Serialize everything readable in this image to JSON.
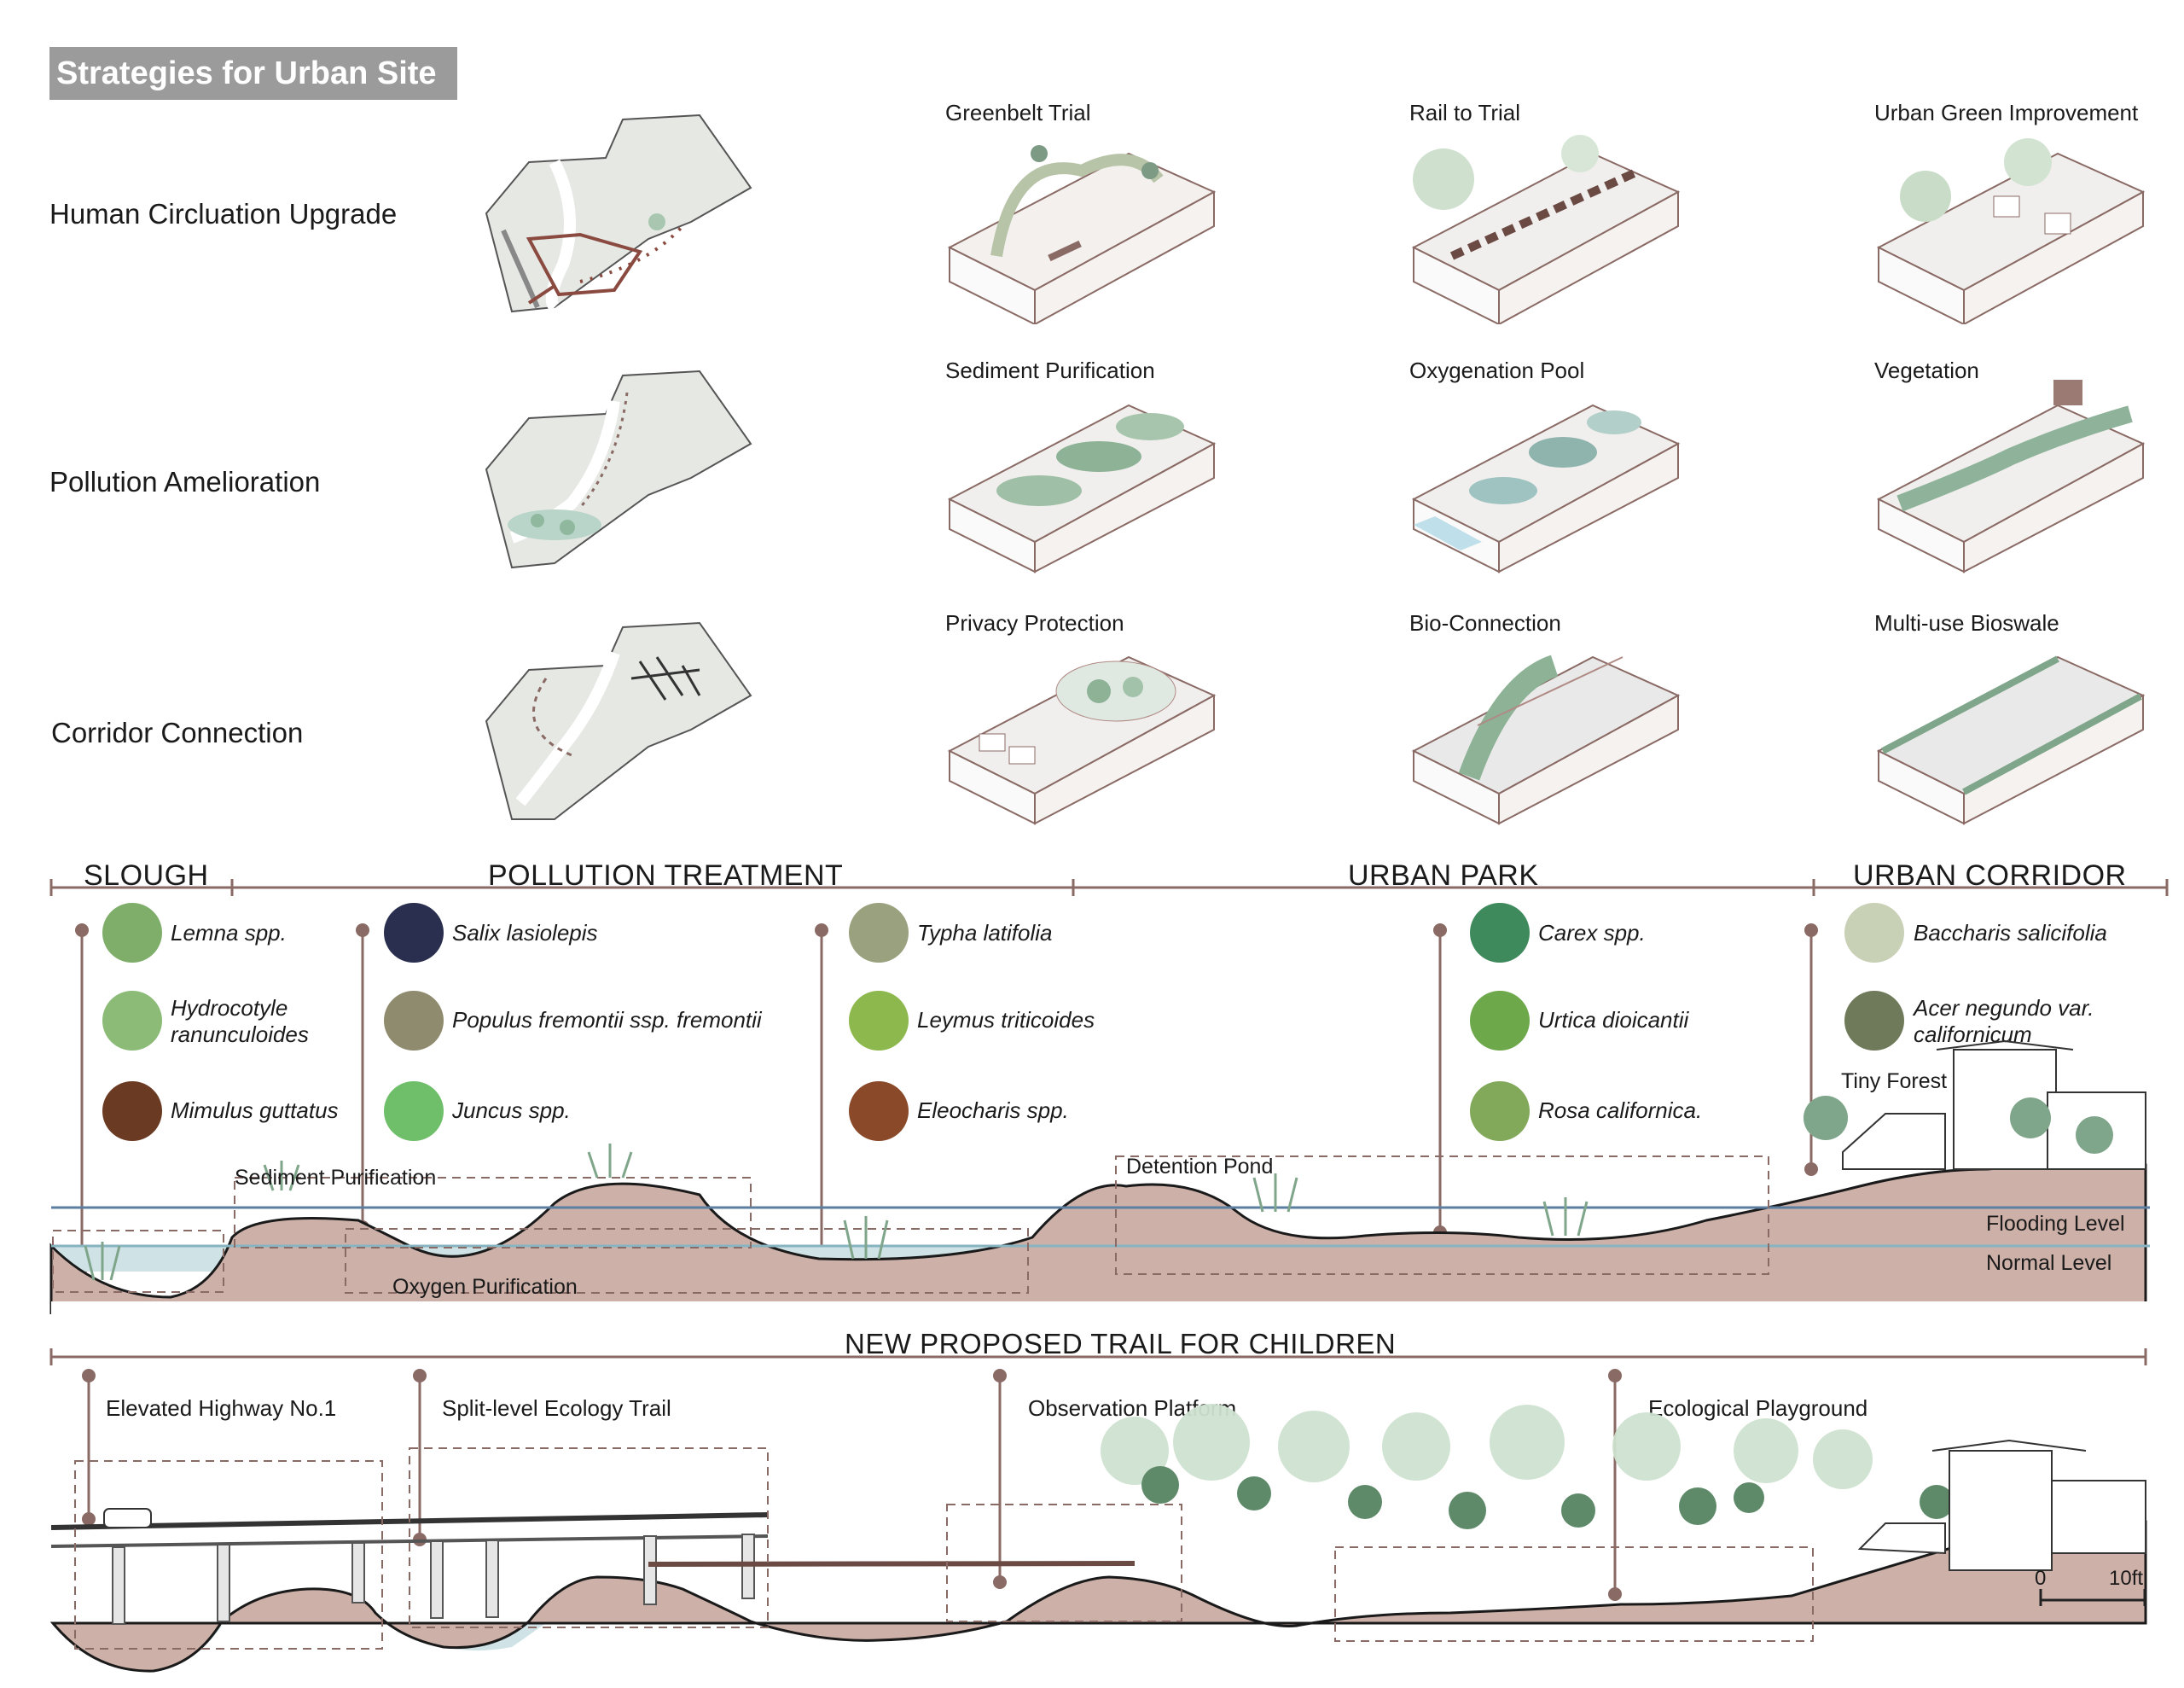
{
  "title": "Strategies for Urban Site",
  "strategies": [
    {
      "label": "Human Circluation Upgrade",
      "panels": [
        "Greenbelt Trial",
        "Rail to Trial",
        "Urban Green Improvement"
      ]
    },
    {
      "label": "Pollution Amelioration",
      "panels": [
        "Sediment Purification",
        "Oxygenation Pool",
        "Vegetation"
      ]
    },
    {
      "label": "Corridor Connection",
      "panels": [
        "Privacy Protection",
        "Bio-Connection",
        "Multi-use Bioswale"
      ]
    }
  ],
  "zones": [
    "SLOUGH",
    "POLLUTION TREATMENT",
    "URBAN PARK",
    "URBAN CORRIDOR"
  ],
  "plant_groups": [
    [
      "Lemna spp.",
      "Hydrocotyle ranunculoides",
      "Mimulus guttatus"
    ],
    [
      "Salix lasiolepis",
      "Populus fremontii ssp. fremontii",
      "Juncus spp."
    ],
    [
      "Typha latifolia",
      "Leymus triticoides",
      "Eleocharis spp."
    ],
    [
      "Carex spp.",
      "Urtica dioicantii",
      "Rosa californica."
    ],
    [
      "Baccharis salicifolia",
      "Acer negundo var. californicum"
    ]
  ],
  "section_labels": {
    "tiny_forest": "Tiny Forest",
    "sediment": "Sediment Purification",
    "detention": "Detention Pond",
    "oxygen": "Oxygen Purification",
    "flooding": "Flooding Level",
    "normal": "Normal Level"
  },
  "trail": {
    "title": "NEW PROPOSED TRAIL FOR CHILDREN",
    "labels": [
      "Elevated Highway No.1",
      "Split-level Ecology Trail",
      "Observation Platform",
      "Ecological Playground"
    ]
  },
  "scale": {
    "start": "0",
    "end": "10ft"
  },
  "colors": {
    "accent": "#8a6a64",
    "earth": "#c9ada5",
    "water": "#c8dde0",
    "flood": "#5b7fa0",
    "green": "#7fa58a"
  }
}
